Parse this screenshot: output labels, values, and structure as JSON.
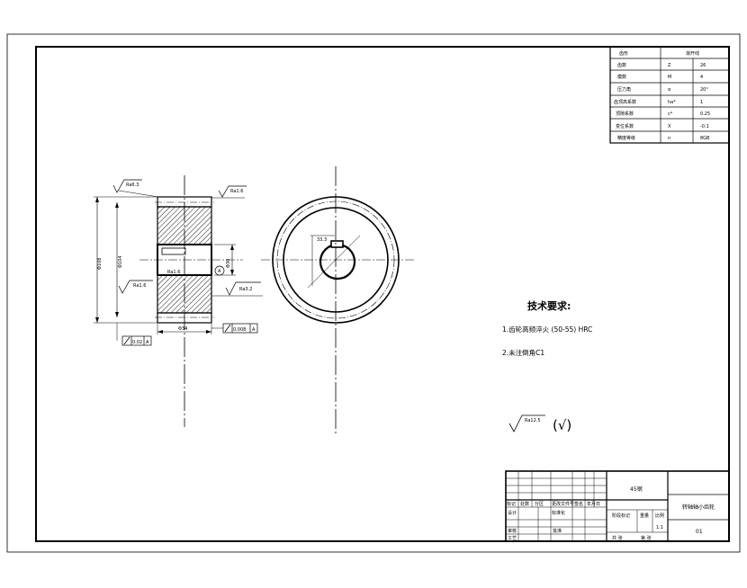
{
  "params_table": {
    "header": [
      "齿形",
      "渐开线"
    ],
    "rows": [
      [
        "齿数",
        "Z",
        "26"
      ],
      [
        "模数",
        "M",
        "4"
      ],
      [
        "压力角",
        "α",
        "20°"
      ],
      [
        "齿顶高系数",
        "ha*",
        "1"
      ],
      [
        "顶隙系数",
        "c*",
        "0.25"
      ],
      [
        "变位系数",
        "X",
        "-0.1"
      ],
      [
        "精度等级",
        "n",
        "8GB"
      ]
    ]
  },
  "front_view": {
    "roughness_top_left": "Ra6.3",
    "roughness_top_right": "Ra1.6",
    "roughness_bore": "Ra1.6",
    "roughness_left_face": "Ra1.6",
    "roughness_right_face": "Ra3.2",
    "dim_outer": "Φ108",
    "dim_root": "Φ104",
    "dim_bore": "Φ30",
    "datum": "A",
    "dim_width": "Φ34",
    "runout_tolerance": "0.02",
    "runout_datum": "A",
    "flatness_tolerance": "0.008",
    "flatness_datum": "A"
  },
  "section_view": {
    "keyway_dim": "33.3"
  },
  "tech_req": {
    "title": "技术要求:",
    "items": [
      "1.齿轮高频淬火 (50-55) HRC",
      "2.未注倒角C1"
    ]
  },
  "general_roughness": {
    "value": "Ra12.5",
    "rest_symbol": "(√)"
  },
  "title_block": {
    "labels_row": [
      "标记",
      "处数",
      "分区",
      "更改文件号",
      "签名",
      "年月日"
    ],
    "designer": "设计",
    "standardization": "标准化",
    "reviewer": "审核",
    "process": "工艺",
    "approve": "批准",
    "stage_mark": "阶段标记",
    "weight": "重量",
    "scale": "比例",
    "scale_value": "1:1",
    "sheet_total": "共 张",
    "sheet_num": "第 张",
    "material": "45钢",
    "part_name": "转轴轴小齿轮",
    "drawing_no": "01"
  }
}
